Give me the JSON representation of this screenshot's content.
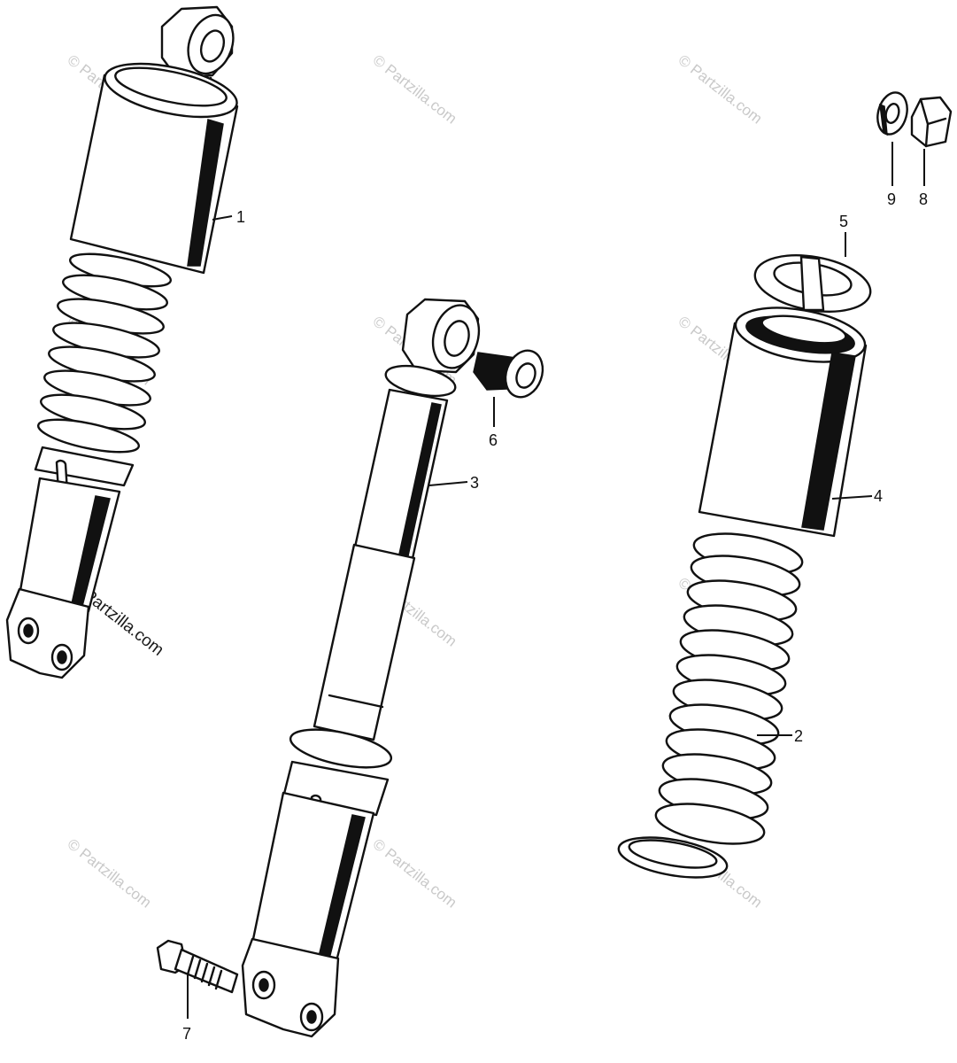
{
  "watermark": "© Partzilla.com",
  "callouts": {
    "c1": "1",
    "c2": "2",
    "c3": "3",
    "c4": "4",
    "c5": "5",
    "c6": "6",
    "c7": "7",
    "c8": "8",
    "c9": "9"
  }
}
